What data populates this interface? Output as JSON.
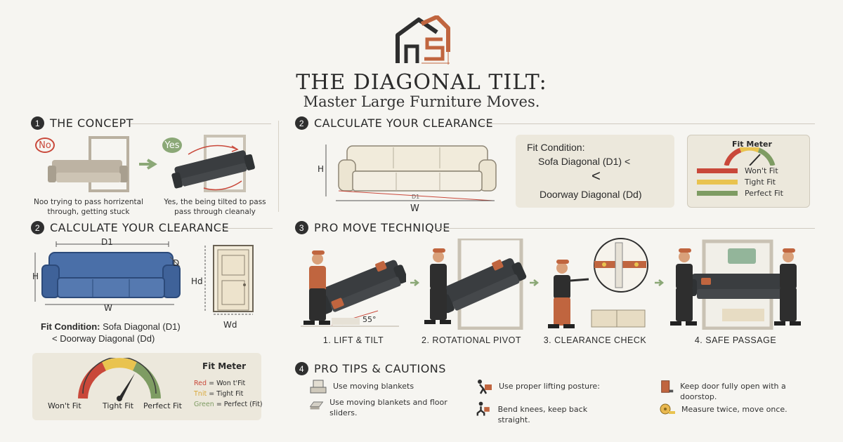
{
  "header": {
    "title": "THE DIAGONAL TILT:",
    "subtitle": "Master Large Furniture Moves."
  },
  "concept": {
    "number": "1",
    "heading": "THE CONCEPT",
    "no_badge": "No",
    "yes_badge": "Yes",
    "no_caption": "Noo trying to pass horrizental through, getting stuck",
    "yes_caption": "Yes, the being tilted to pass pass through cleanaly"
  },
  "clearance_left": {
    "number": "2",
    "heading": "CALCULATE YOUR CLEARANCE",
    "label_d1": "D1",
    "label_d": "D",
    "label_h": "H",
    "label_w": "W",
    "label_hd": "Hd",
    "label_wd": "Wd",
    "fit_label": "Fit Condition:",
    "fit_line1": "Sofa Diagonal (D1)",
    "fit_line2": "< Doorway Diagonal (Dd)"
  },
  "meter_left": {
    "title": "Fit Meter",
    "gauge_low": "Won't Fit",
    "gauge_mid": "Tight Fit",
    "gauge_high": "Perfect Fit",
    "legend_red_key": "Red",
    "legend_red": "= Won t'Fit",
    "legend_yellow_key": "Tnit",
    "legend_yellow": "= Tight Fit",
    "legend_green_key": "Green",
    "legend_green": "= Perfect (Fit)"
  },
  "clearance_right": {
    "number": "2",
    "heading": "CALCULATE YOUR CLEARANCE",
    "label_h": "H",
    "label_w": "W",
    "label_d1": "D1",
    "fit_label": "Fit Condition:",
    "fit_line1": "Sofa Diagonal (D1) <",
    "fit_symbol": "<",
    "fit_line2": "Doorway Diagonal (Dd)"
  },
  "meter_right": {
    "title": "Fit Meter",
    "rows": [
      {
        "label": "Won't Fit",
        "color": "#c9483a"
      },
      {
        "label": "Tight Fit",
        "color": "#e9c34f"
      },
      {
        "label": "Perfect Fit",
        "color": "#7e9c63"
      }
    ]
  },
  "technique": {
    "number": "3",
    "heading": "PRO MOVE TECHNIQUE",
    "angle": "55°",
    "steps": [
      "1. LIFT & TILT",
      "2. ROTATIONAL PIVOT",
      "3. CLEARANCE CHECK",
      "4. SAFE PASSAGE"
    ]
  },
  "tips": {
    "number": "4",
    "heading": "PRO TIPS & CAUTIONS",
    "items": [
      {
        "icon": "blanket-icon",
        "text": "Use moving blankets"
      },
      {
        "icon": "slider-icon",
        "text": "Use moving blankets and floor sliders."
      },
      {
        "icon": "lifting-icon",
        "text": "Use proper lifting posture:"
      },
      {
        "icon": "bend-knees-icon",
        "text": "Bend knees, keep back straight."
      },
      {
        "icon": "doorstop-icon",
        "text": "Keep door fully open with a doorstop."
      },
      {
        "icon": "tape-measure-icon",
        "text": "Measure twice, move once."
      }
    ]
  },
  "colors": {
    "red": "#c9483a",
    "yellow": "#e9c34f",
    "green": "#7e9c63",
    "accent_orange": "#c0653f",
    "blueprint": "#3c5e95",
    "sofa_dark": "#3a3d40",
    "sofa_beige": "#ece5d2"
  }
}
